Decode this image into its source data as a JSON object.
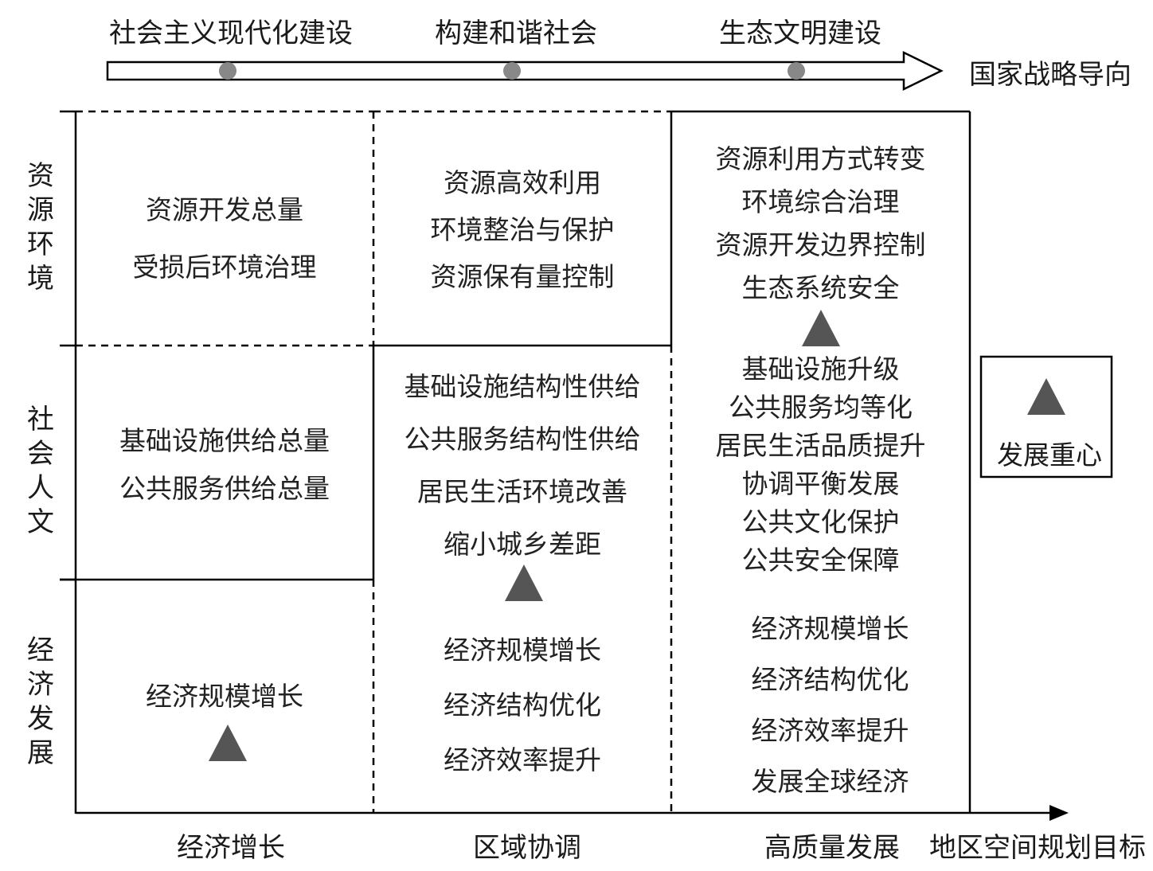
{
  "strategy_axis": {
    "title": "国家战略导向",
    "stages": [
      "社会主义现代化建设",
      "构建和谐社会",
      "生态文明建设"
    ]
  },
  "goal_axis": {
    "title": "地区空间规划目标",
    "stages": [
      "经济增长",
      "区域协调",
      "高质量发展"
    ]
  },
  "dimensions": [
    "资源环境",
    "社会人文",
    "经济发展"
  ],
  "cells": {
    "growth_resource": [
      "资源开发总量",
      "受损后环境治理"
    ],
    "growth_social": [
      "基础设施供给总量",
      "公共服务供给总量"
    ],
    "growth_economy": [
      "经济规模增长"
    ],
    "coord_resource": [
      "资源高效利用",
      "环境整治与保护",
      "资源保有量控制"
    ],
    "coord_social": [
      "基础设施结构性供给",
      "公共服务结构性供给",
      "居民生活环境改善",
      "缩小城乡差距"
    ],
    "coord_economy": [
      "经济规模增长",
      "经济结构优化",
      "经济效率提升"
    ],
    "quality_resource": [
      "资源利用方式转变",
      "环境综合治理",
      "资源开发边界控制",
      "生态系统安全"
    ],
    "quality_social": [
      "基础设施升级",
      "公共服务均等化",
      "居民生活品质提升",
      "协调平衡发展",
      "公共文化保护",
      "公共安全保障"
    ],
    "quality_economy": [
      "经济规模增长",
      "经济结构优化",
      "经济效率提升",
      "发展全球经济"
    ]
  },
  "legend": {
    "label": "发展重心"
  },
  "colors": {
    "line": "#000000",
    "marker": "#555555",
    "dot": "#888888"
  }
}
